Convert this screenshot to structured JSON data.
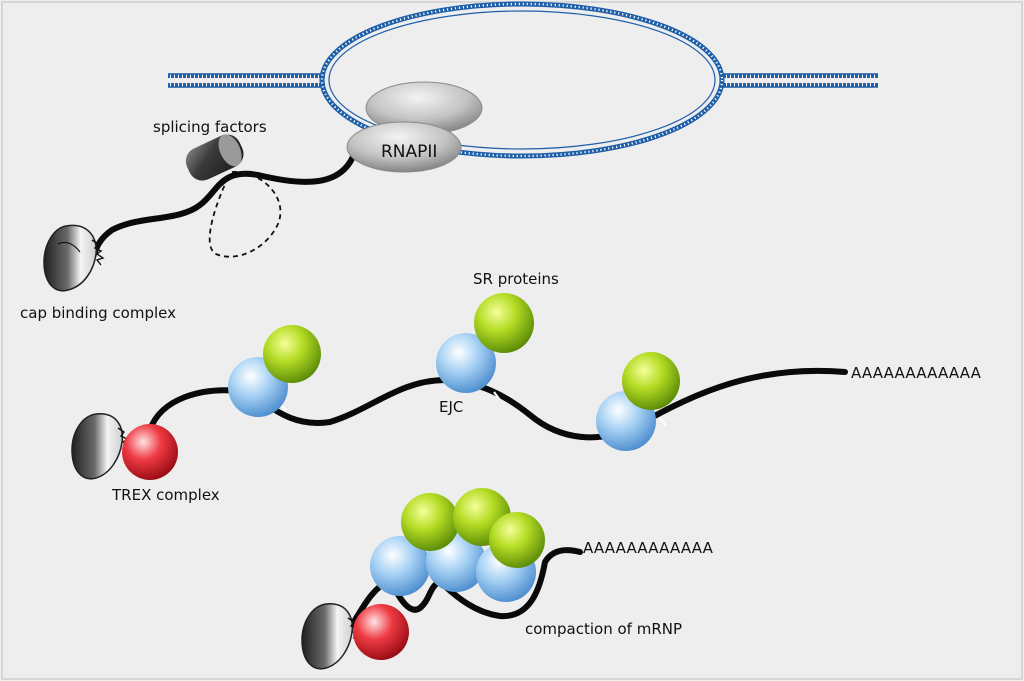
{
  "labels": {
    "rnapii": "RNAPII",
    "splicing_factors": "splicing factors",
    "cap_binding_complex": "cap binding complex",
    "sr_proteins": "SR proteins",
    "ejc": "EJC",
    "trex_complex": "TREX complex",
    "compaction": "compaction of mRNP",
    "polya_tail": "AAAAAAAAAAAA"
  },
  "colors": {
    "background": "#eeeeee",
    "dna_strand": "#1f5fa8",
    "rna": "#0a0a0a",
    "rnapii": "#b9b9b9",
    "sr_protein": "#a8d41f",
    "ejc": "#8ec3f0",
    "trex": "#e8303a",
    "cap": "#3a3a3a"
  }
}
